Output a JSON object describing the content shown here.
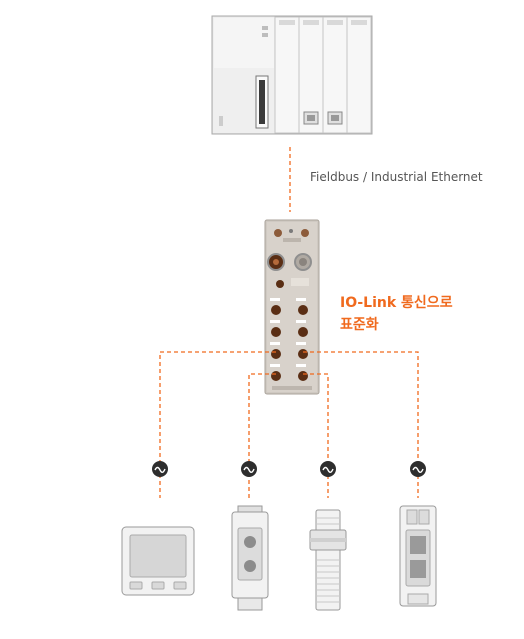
{
  "diagram": {
    "fieldbus_label": "Fieldbus / Industrial Ethernet",
    "iolink_label_line1": "IO-Link 통신으로",
    "iolink_label_line2": "표준화",
    "colors": {
      "accent": "#f06a1e",
      "device_body": "#e8e8e8",
      "device_border": "#9a9a9a",
      "module_body": "#cfc9c2",
      "port_dark": "#5a2e14"
    },
    "nodes": [
      {
        "name": "plc-controller",
        "icon": "plc-icon"
      },
      {
        "name": "io-link-master",
        "icon": "io-link-master-icon"
      },
      {
        "name": "hmi-display",
        "icon": "display-device-icon"
      },
      {
        "name": "photoelectric-sensor",
        "icon": "sensor-icon"
      },
      {
        "name": "inductive-sensor",
        "icon": "sensor-icon"
      },
      {
        "name": "optical-sensor",
        "icon": "sensor-icon"
      }
    ]
  }
}
